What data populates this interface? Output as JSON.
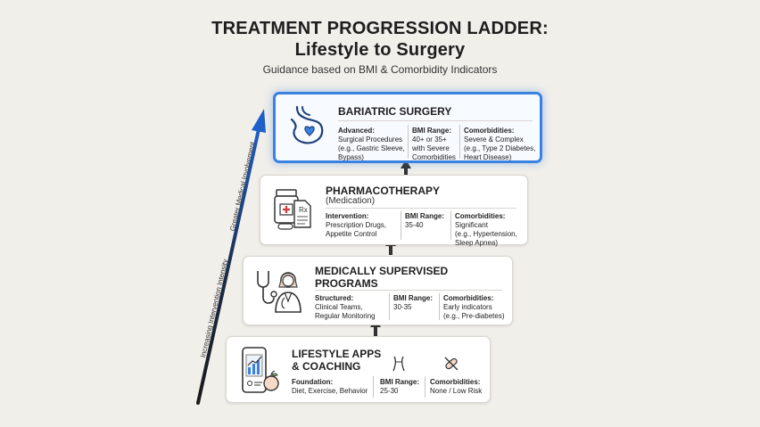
{
  "title_line1": "TREATMENT PROGRESSION LADDER:",
  "title_line2": "Lifestyle to Surgery",
  "subtitle": "Guidance based on BMI & Comorbidity Indicators",
  "axis": {
    "lower_label": "Increasing Intervention Intensity",
    "upper_label": "Greater Medical Involvement",
    "arrow_color": "#1f5fc9"
  },
  "steps": [
    {
      "title": "BARIATRIC SURGERY",
      "subtitle": "",
      "icon": "stomach-heart-icon",
      "highlighted": true,
      "col1_head": "Advanced:",
      "col1_text": [
        "Surgical Procedures",
        "(e.g., Gastric Sleeve,",
        "Bypass)"
      ],
      "col2_head": "BMI Range:",
      "col2_text": [
        "40+ or 35+",
        "with Severe",
        "Comorbidities"
      ],
      "col3_head": "Comorbidities:",
      "col3_text": [
        "Severe & Complex",
        "(e.g., Type 2 Diabetes,",
        "Heart Disease)"
      ]
    },
    {
      "title": "PHARMACOTHERAPY",
      "subtitle": "(Medication)",
      "icon": "prescription-bottle-icon",
      "highlighted": false,
      "col1_head": "Intervention:",
      "col1_text": [
        "Prescription Drugs,",
        "Appetite Control"
      ],
      "col2_head": "BMI Range:",
      "col2_text": [
        "35-40"
      ],
      "col3_head": "Comorbidities:",
      "col3_text": [
        "Significant",
        "(e.g., Hypertension,",
        "Sleep Apnea)"
      ]
    },
    {
      "title": "MEDICALLY SUPERVISED",
      "title2": "PROGRAMS",
      "subtitle": "",
      "icon": "doctor-stethoscope-icon",
      "highlighted": false,
      "col1_head": "Structured:",
      "col1_text": [
        "Clinical Teams,",
        "Regular Monitoring"
      ],
      "col2_head": "BMI Range:",
      "col2_text": [
        "30-35"
      ],
      "col3_head": "Comorbidities:",
      "col3_text": [
        "Early indicators",
        "(e.g., Pre-diabetes)"
      ]
    },
    {
      "title": "LIFESTYLE APPS",
      "title2": "& COACHING",
      "subtitle": "",
      "icon": "phone-chart-apple-icon",
      "highlighted": false,
      "col1_head": "Foundation:",
      "col1_text": [
        "Diet, Exercise, Behavior"
      ],
      "col2_head": "BMI Range:",
      "col2_text": [
        "25-30"
      ],
      "col3_head": "Comorbidities:",
      "col3_text": [
        "None / Low Risk"
      ]
    }
  ]
}
